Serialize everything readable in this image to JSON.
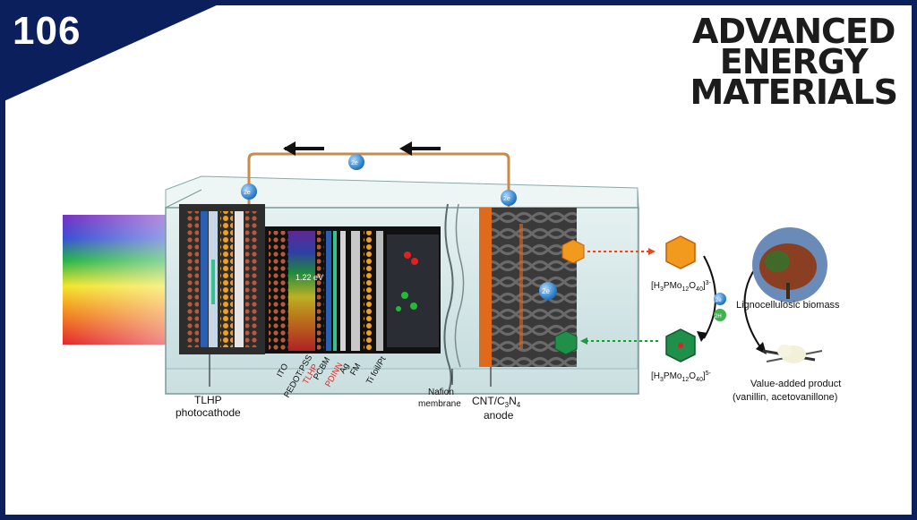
{
  "issue_number": "106",
  "journal": {
    "line1": "ADVANCED",
    "line2": "ENERGY",
    "line3": "MATERIALS"
  },
  "colors": {
    "frame": "#0b1f5c",
    "copper": "#c98a4a",
    "electron": "#2b8fd6",
    "orange_layer": "#e06a1c"
  },
  "electron_labels": {
    "wire_left": "2e",
    "wire_top": "2e",
    "wire_right": "2e",
    "anode": "2e",
    "cycle_e": "2e",
    "cycle_h": "2H"
  },
  "bandgap": "1.22 eV",
  "layers": {
    "ito": "ITO",
    "pedot": "PEDOT:PSS",
    "tlhp": "TLHP",
    "pcbm": "PCBM",
    "pdinn": "PDINN",
    "ag": "Ag",
    "fm": "FM",
    "ti": "Ti foil/Pt"
  },
  "photocathode": {
    "line1": "TLHP",
    "line2": "photocathode"
  },
  "membrane": {
    "line1": "Nafion",
    "line2": "membrane"
  },
  "anode": {
    "line1": "CNT/C",
    "line1_sub": "3",
    "line1_tail": "N",
    "line1_sub2": "4",
    "line2": "anode"
  },
  "pom_oxidized": {
    "base": "[H",
    "s1": "3",
    "mid": "PMo",
    "s2": "12",
    "mid2": "O",
    "s3": "40",
    "end": "]",
    "charge": "3-"
  },
  "pom_reduced": {
    "base": "[H",
    "s1": "3",
    "mid": "PMo",
    "s2": "12",
    "mid2": "O",
    "s3": "40",
    "end": "]",
    "charge": "5-"
  },
  "biomass": "Lignocellulosic biomass",
  "product": {
    "line1": "Value-added product",
    "line2": "(vanillin,  acetovanillone)"
  }
}
